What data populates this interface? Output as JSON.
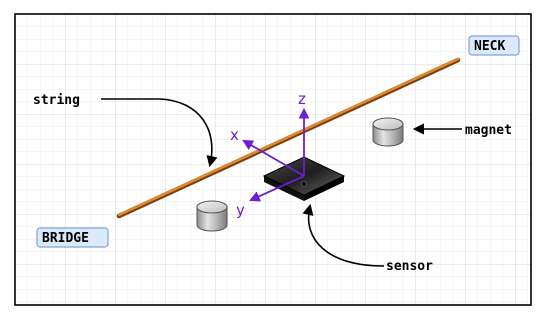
{
  "labels": {
    "neck": "NECK",
    "bridge": "BRIDGE",
    "string": "string",
    "magnet": "magnet",
    "sensor": "sensor"
  },
  "axes": {
    "x": "x",
    "y": "y",
    "z": "z"
  },
  "colors": {
    "grid_minor": "#e9e9e9",
    "grid_major": "#d2d2d2",
    "frame": "#000000",
    "tag_fill": "#dce9fb",
    "tag_stroke": "#7ea4d8",
    "string": "#d2711c",
    "string_shadow": "#8a4a10",
    "axis": "#6a1fd0",
    "magnet_light": "#e6e6e6",
    "magnet_dark": "#8a8a8a",
    "chip_top": "#2b2b2b",
    "chip_edge": "#000000"
  },
  "icons": {
    "magnet": "cylinder-magnet-icon",
    "sensor": "sensor-chip-icon"
  }
}
